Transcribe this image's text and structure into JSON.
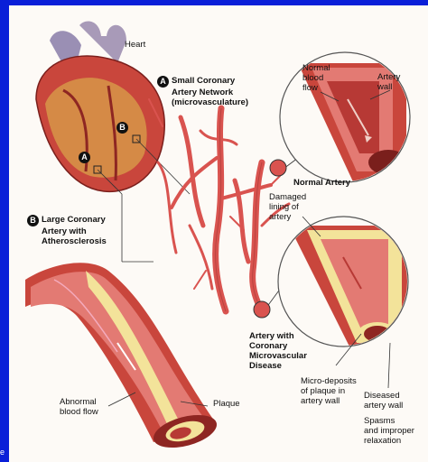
{
  "labels": {
    "heart": "Heart",
    "small_network_badge": "A",
    "small_network": [
      "Small Coronary",
      "Artery Network",
      "(microvasculature)"
    ],
    "normal_blood_flow": [
      "Normal",
      "blood",
      "flow"
    ],
    "artery_wall": [
      "Artery",
      "wall"
    ],
    "normal_artery": "Normal Artery",
    "damaged_lining": [
      "Damaged",
      "lining of",
      "artery"
    ],
    "large_badge": "B",
    "large_artery": [
      "Large Coronary",
      "Artery with",
      "Atherosclerosis"
    ],
    "micro_disease": [
      "Artery with",
      "Coronary",
      "Microvascular",
      "Disease"
    ],
    "abnormal_flow": [
      "Abnormal",
      "blood flow"
    ],
    "plaque": "Plaque",
    "micro_deposits": [
      "Micro-deposits",
      "of plaque in",
      "artery wall"
    ],
    "diseased_wall": [
      "Diseased",
      "artery wall"
    ],
    "spasms": [
      "Spasms",
      "and improper",
      "relaxation"
    ],
    "heart_marker_a": "A",
    "heart_marker_b": "B",
    "edge_fragment": "e"
  },
  "colors": {
    "background": "#0a1fd8",
    "artery": "#d9534f",
    "artery_dark": "#9e2a28",
    "plaque": "#f3e39a"
  }
}
